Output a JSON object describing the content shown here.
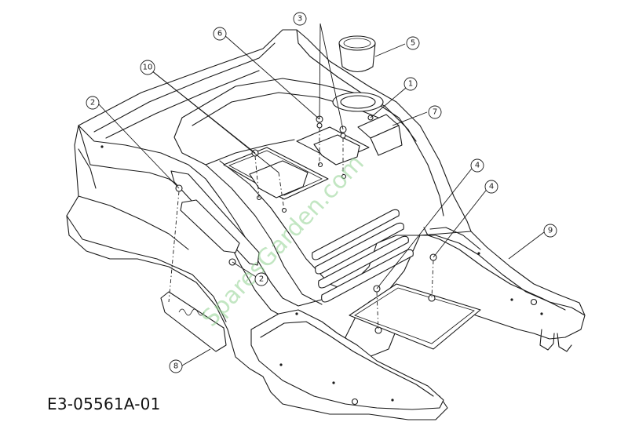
{
  "diagram": {
    "code": "E3-05561A-01",
    "watermark": "SparesGarden.com",
    "callouts": [
      {
        "id": "c1",
        "label": "1"
      },
      {
        "id": "c2a",
        "label": "2"
      },
      {
        "id": "c2b",
        "label": "2"
      },
      {
        "id": "c3",
        "label": "3"
      },
      {
        "id": "c4a",
        "label": "4"
      },
      {
        "id": "c4b",
        "label": "4"
      },
      {
        "id": "c5",
        "label": "5"
      },
      {
        "id": "c6",
        "label": "6"
      },
      {
        "id": "c7",
        "label": "7"
      },
      {
        "id": "c8",
        "label": "8"
      },
      {
        "id": "c9",
        "label": "9"
      },
      {
        "id": "c10",
        "label": "10"
      }
    ]
  }
}
